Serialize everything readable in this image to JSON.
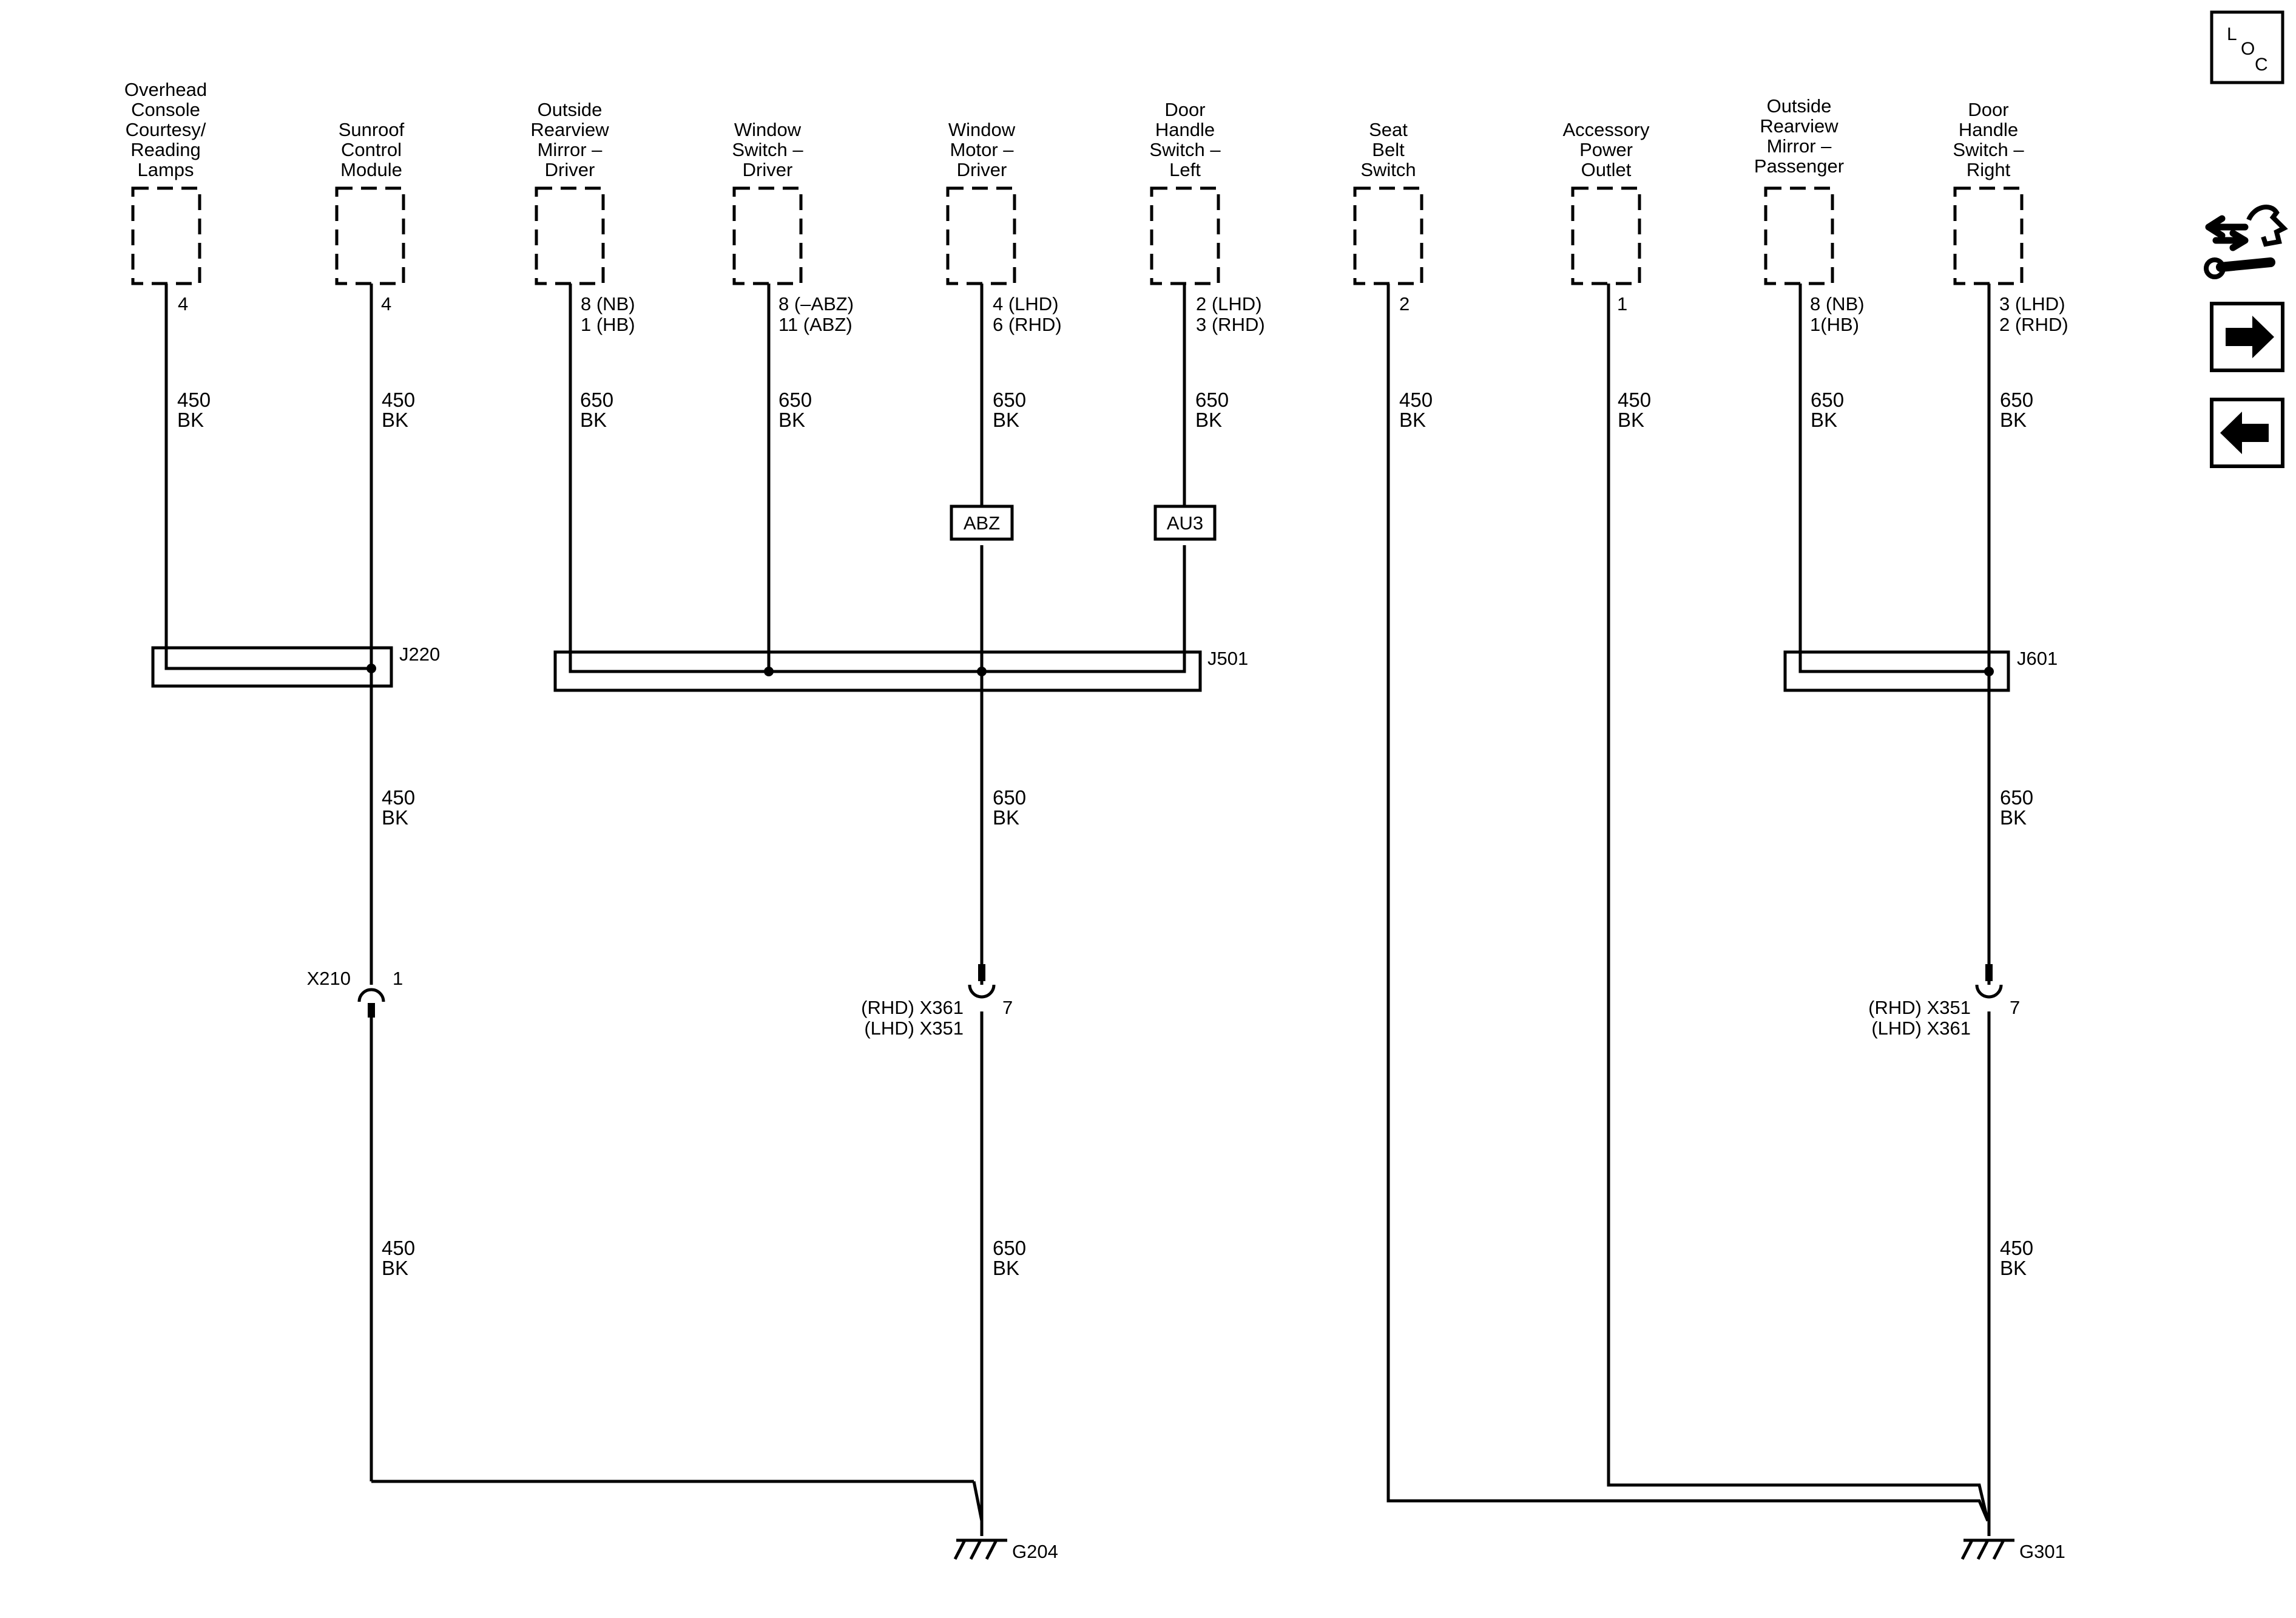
{
  "components": [
    {
      "id": "overhead",
      "lines": [
        "Overhead",
        "Console",
        "Courtesy/",
        "Reading",
        "Lamps"
      ],
      "pins": [
        "4"
      ],
      "circuit": "450",
      "color": "BK"
    },
    {
      "id": "sunroof",
      "lines": [
        "Sunroof",
        "Control",
        "Module"
      ],
      "pins": [
        "4"
      ],
      "circuit": "450",
      "color": "BK"
    },
    {
      "id": "mirror-driver",
      "lines": [
        "Outside",
        "Rearview",
        "Mirror –",
        "Driver"
      ],
      "pins": [
        "8 (NB)",
        "1 (HB)"
      ],
      "circuit": "650",
      "color": "BK"
    },
    {
      "id": "window-switch",
      "lines": [
        "Window",
        "Switch –",
        "Driver"
      ],
      "pins": [
        "8 (–ABZ)",
        "11 (ABZ)"
      ],
      "circuit": "650",
      "color": "BK"
    },
    {
      "id": "window-motor",
      "lines": [
        "Window",
        "Motor –",
        "Driver"
      ],
      "pins": [
        "4 (LHD)",
        "6 (RHD)"
      ],
      "circuit": "650",
      "color": "BK"
    },
    {
      "id": "door-left",
      "lines": [
        "Door",
        "Handle",
        "Switch –",
        "Left"
      ],
      "pins": [
        "2 (LHD)",
        "3 (RHD)"
      ],
      "circuit": "650",
      "color": "BK"
    },
    {
      "id": "seat-belt",
      "lines": [
        "Seat",
        "Belt",
        "Switch"
      ],
      "pins": [
        "2"
      ],
      "circuit": "450",
      "color": "BK"
    },
    {
      "id": "accessory",
      "lines": [
        "Accessory",
        "Power",
        "Outlet"
      ],
      "pins": [
        "1"
      ],
      "circuit": "450",
      "color": "BK"
    },
    {
      "id": "mirror-pass",
      "lines": [
        "Outside",
        "Rearview",
        "Mirror –",
        "Passenger"
      ],
      "pins": [
        "8 (NB)",
        "1(HB)"
      ],
      "circuit": "650",
      "color": "BK"
    },
    {
      "id": "door-right",
      "lines": [
        "Door",
        "Handle",
        "Switch –",
        "Right"
      ],
      "pins": [
        "3 (LHD)",
        "2 (RHD)"
      ],
      "circuit": "650",
      "color": "BK"
    }
  ],
  "options": [
    "ABZ",
    "AU3"
  ],
  "splices": [
    "J220",
    "J501",
    "J601"
  ],
  "segments": {
    "sunroof_mid": {
      "circuit": "450",
      "color": "BK"
    },
    "sunroof_low": {
      "circuit": "450",
      "color": "BK"
    },
    "motor_mid": {
      "circuit": "650",
      "color": "BK"
    },
    "motor_low": {
      "circuit": "650",
      "color": "BK"
    },
    "right_mid": {
      "circuit": "650",
      "color": "BK"
    },
    "right_low": {
      "circuit": "450",
      "color": "BK"
    }
  },
  "connectors": {
    "x210": {
      "name": "X210",
      "pin": "1"
    },
    "x361_center": {
      "line1": "(RHD) X361",
      "line2": "(LHD) X351",
      "pin": "7"
    },
    "x351_right": {
      "line1": "(RHD) X351",
      "line2": "(LHD) X361",
      "pin": "7"
    }
  },
  "grounds": [
    "G204",
    "G301"
  ],
  "sidebar": {
    "loc": {
      "l": "L",
      "o": "O",
      "c": "C"
    },
    "icons": [
      "component-location-icon",
      "vehicle-service-icon",
      "next-page-icon",
      "previous-page-icon"
    ]
  }
}
